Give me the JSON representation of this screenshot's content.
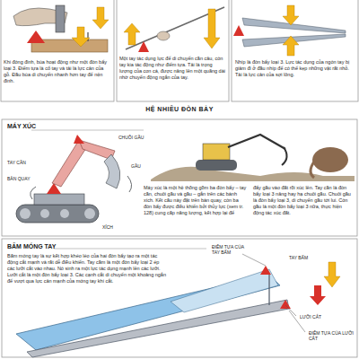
{
  "diagram": {
    "title": "HỆ NHIỀU ĐÒN BẨY",
    "labels": [
      "Khi đóng đinh, búa hoạt động như một đòn bẩy loại 3. Điểm tựa là cổ tay và tải là lực cản của gỗ. Đầu búa di chuyển nhanh hơn tay để nện đinh.",
      "Một tay tác dụng lực để di chuyển cần câu, còn tay kia tác động như điểm tựa. Tải là trọng lượng của con cá, được nâng lên một quãng dài nhờ chuyển động ngắn của tay.",
      "Nhíp là đòn bẩy loại 3. Lực tác dụng của ngón tay bị giảm đi ở đầu nhíp để có thể kẹp những vật rất nhỏ. Tải là lực cản của sợi lông.",
      "MÁY XÚC",
      "TAY CẦN",
      "CHUÔI GẦU",
      "GẦU",
      "BÀN QUAY",
      "XÍCH",
      "Máy xúc là một hệ thống gồm ba đòn bẩy – tay cần, chuôi gầu và gầu – gắn trên các bánh xích. Kết cấu này đặt trên bàn quay, còn ba đòn bẩy được điều khiển bởi thủy lực (xem tr. 128) cung cấp năng lượng, kết hợp lại để",
      "đẩy gầu vào đất rồi xúc lên. Tay cần là đòn bẩy loại 3 nâng hay hạ chuôi gầu. Chuôi gầu là đòn bẩy loại 3, di chuyển gầu tới lui. Còn gầu là một đòn bẩy loại 3 nữa, thực hiện động tác xúc đất.",
      "BẤM MÓNG TAY",
      "Bấm móng tay là sự kết hợp khéo léo của hai đòn bẩy tạo ra một tác động cắt mạnh và rất dễ điều khiển. Tay cầm là một đòn bẩy loại 2 ép các lưỡi cắt vào nhau. Nó sinh ra một lực tác dụng mạnh lên các lưỡi. Lưỡi cắt là một đòn bẩy loại 3. Các cạnh cắt di chuyển một khoảng ngắn để vượt qua lực cản mạnh của móng tay khi cắt.",
      "ĐIỂM TỰA CỦA TAY BẤM",
      "TAY BẤM",
      "LƯỠI CẮT",
      "ĐIỂM TỰA CỦA LƯỠI CẮT"
    ]
  }
}
